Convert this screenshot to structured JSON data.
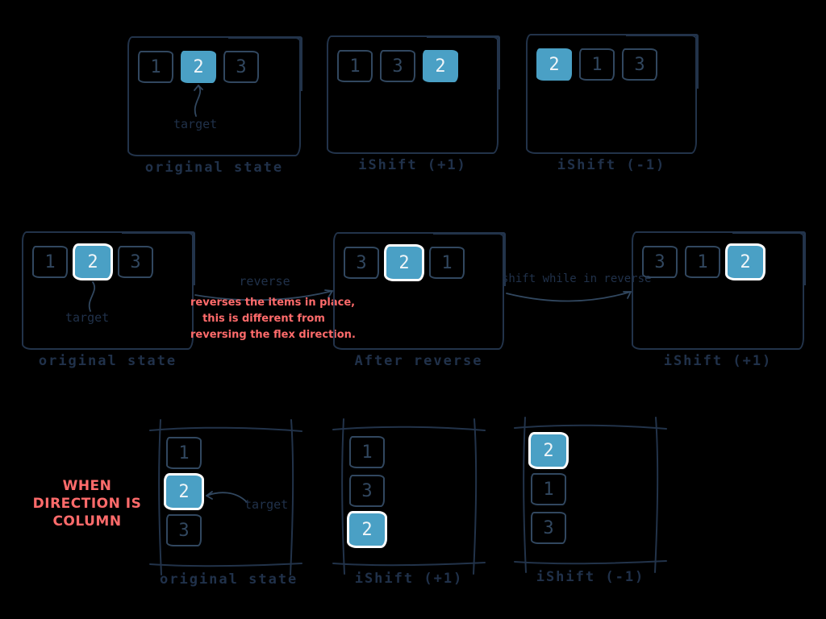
{
  "colors": {
    "background": "#000000",
    "ink": "#22334a",
    "ink_bright": "#31475f",
    "label": "#20314a",
    "blue": "#4aa0c5",
    "digit_on_blue": "#f0f5f8",
    "red": "#ff6b6b",
    "selection": "#ffffff"
  },
  "row1": {
    "p1": {
      "label": "original state",
      "items": [
        "1",
        "2",
        "3"
      ],
      "highlight_index": 1,
      "target_label": "target"
    },
    "p2": {
      "label": "iShift (+1)",
      "items": [
        "1",
        "3",
        "2"
      ],
      "highlight_index": 2
    },
    "p3": {
      "label": "iShift (-1)",
      "items": [
        "2",
        "1",
        "3"
      ],
      "highlight_index": 0
    }
  },
  "row2": {
    "p1": {
      "label": "original state",
      "items": [
        "1",
        "2",
        "3"
      ],
      "highlight_index": 1,
      "selected": true,
      "target_label": "target"
    },
    "arrow1": {
      "label": "reverse",
      "note_lines": [
        "reverses the items in place,",
        "this is different from",
        "reversing the flex direction."
      ]
    },
    "p2": {
      "label": "After reverse",
      "items": [
        "3",
        "2",
        "1"
      ],
      "highlight_index": 1,
      "selected": true
    },
    "arrow2": {
      "label": "shift while in reverse"
    },
    "p3": {
      "label": "iShift (+1)",
      "items": [
        "3",
        "1",
        "2"
      ],
      "highlight_index": 2,
      "selected": true
    }
  },
  "row3": {
    "note_lines": [
      "WHEN",
      "DIRECTION IS",
      "COLUMN"
    ],
    "p1": {
      "label": "original state",
      "items": [
        "1",
        "2",
        "3"
      ],
      "highlight_index": 1,
      "selected": true,
      "target_label": "target"
    },
    "p2": {
      "label": "iShift (+1)",
      "items": [
        "1",
        "3",
        "2"
      ],
      "highlight_index": 2,
      "selected": true
    },
    "p3": {
      "label": "iShift (-1)",
      "items": [
        "2",
        "1",
        "3"
      ],
      "highlight_index": 0,
      "selected": true
    }
  }
}
